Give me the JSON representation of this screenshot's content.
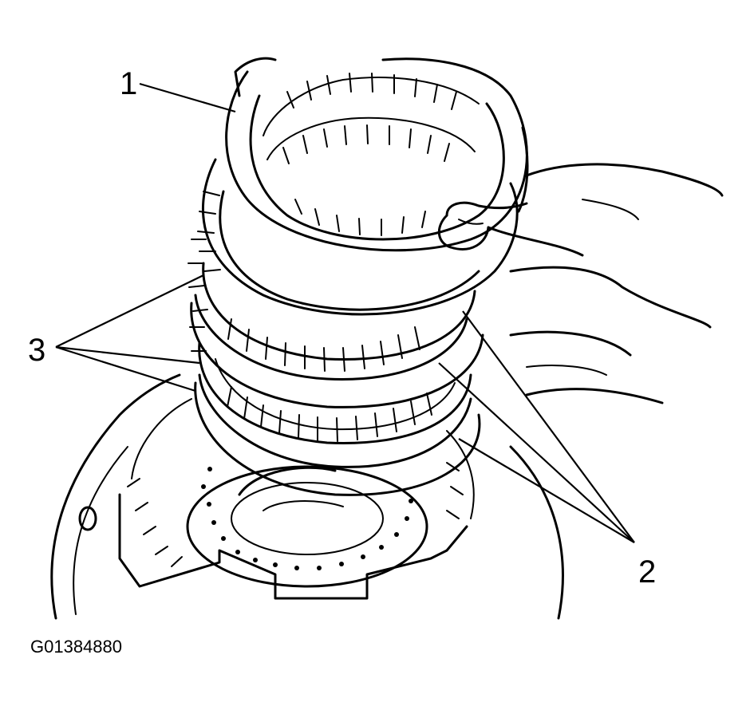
{
  "figure": {
    "code": "G01384880",
    "callouts": [
      {
        "id": "1",
        "label": "1"
      },
      {
        "id": "2",
        "label": "2"
      },
      {
        "id": "3",
        "label": "3"
      }
    ]
  },
  "colors": {
    "ink": "#000000",
    "background": "#ffffff"
  }
}
